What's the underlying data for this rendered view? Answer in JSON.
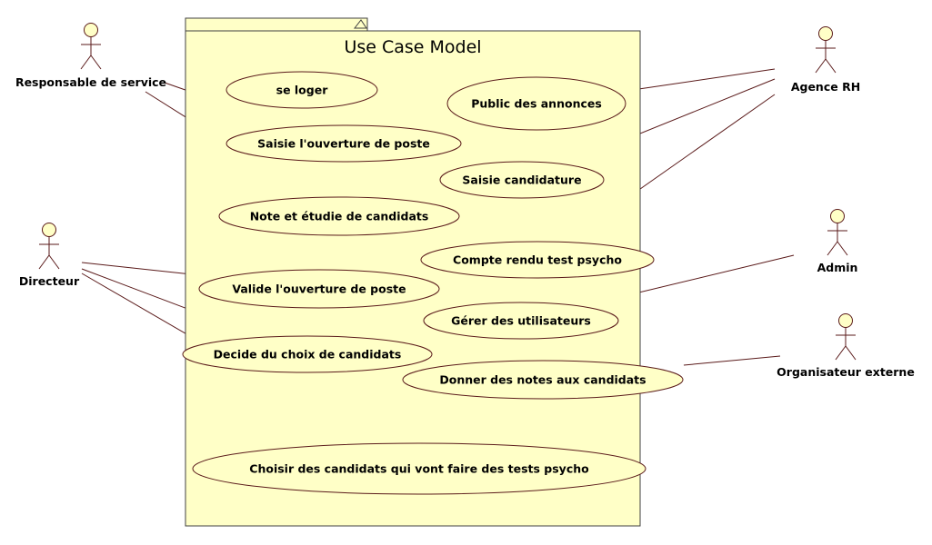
{
  "system": {
    "title": "Use Case Model"
  },
  "colors": {
    "fill": "#ffffc7",
    "stroke": "#5a1a1a",
    "boundary": "#404040"
  },
  "actors": [
    {
      "id": "responsable",
      "label": "Responsable de service"
    },
    {
      "id": "directeur",
      "label": "Directeur"
    },
    {
      "id": "agence",
      "label": "Agence RH"
    },
    {
      "id": "admin",
      "label": "Admin"
    },
    {
      "id": "organisateur",
      "label": "Organisateur externe"
    }
  ],
  "use_cases": [
    {
      "id": "loger",
      "label": "se loger"
    },
    {
      "id": "saisie_poste",
      "label": "Saisie l'ouverture de poste"
    },
    {
      "id": "note_etude",
      "label": "Note et étudie de candidats"
    },
    {
      "id": "valide",
      "label": "Valide l'ouverture de poste"
    },
    {
      "id": "decide",
      "label": "Decide du choix de candidats"
    },
    {
      "id": "choisir",
      "label": "Choisir des candidats qui vont faire des tests psycho"
    },
    {
      "id": "public",
      "label": "Public des annonces"
    },
    {
      "id": "saisie_cand",
      "label": "Saisie candidature"
    },
    {
      "id": "compte_rendu",
      "label": "Compte rendu test psycho"
    },
    {
      "id": "gerer",
      "label": "Gérer des utilisateurs"
    },
    {
      "id": "donner",
      "label": "Donner des notes aux candidats"
    }
  ],
  "associations": [
    {
      "actor": "responsable",
      "use_case": "saisie_poste"
    },
    {
      "actor": "responsable",
      "use_case": "note_etude"
    },
    {
      "actor": "directeur",
      "use_case": "valide"
    },
    {
      "actor": "directeur",
      "use_case": "decide"
    },
    {
      "actor": "directeur",
      "use_case": "choisir"
    },
    {
      "actor": "agence",
      "use_case": "public"
    },
    {
      "actor": "agence",
      "use_case": "saisie_cand"
    },
    {
      "actor": "agence",
      "use_case": "compte_rendu"
    },
    {
      "actor": "admin",
      "use_case": "gerer"
    },
    {
      "actor": "organisateur",
      "use_case": "donner"
    }
  ]
}
